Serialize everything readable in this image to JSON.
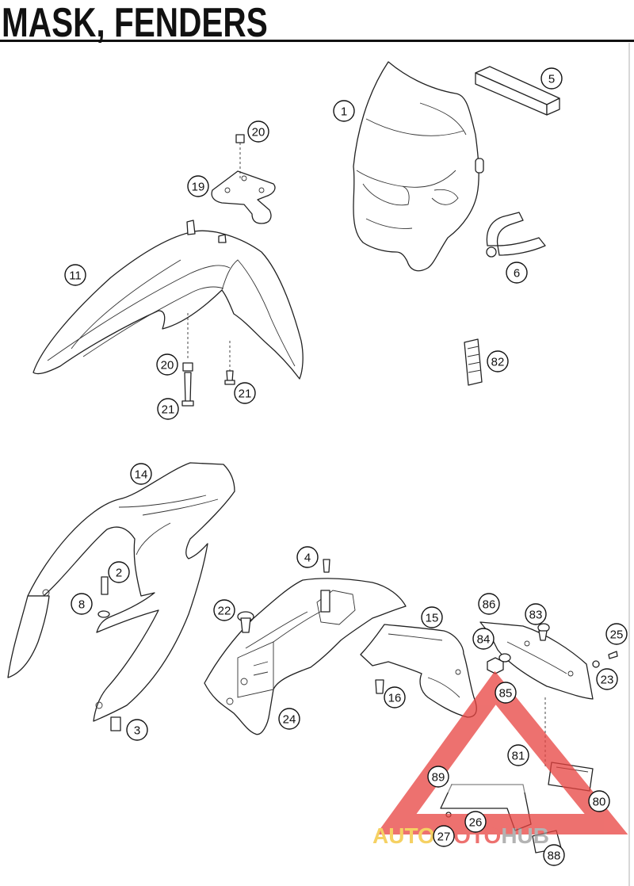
{
  "header": {
    "title": "MASK, FENDERS"
  },
  "callouts": [
    {
      "id": "1",
      "label": "1"
    },
    {
      "id": "5",
      "label": "5"
    },
    {
      "id": "6",
      "label": "6"
    },
    {
      "id": "20a",
      "label": "20"
    },
    {
      "id": "19",
      "label": "19"
    },
    {
      "id": "11",
      "label": "11"
    },
    {
      "id": "20b",
      "label": "20"
    },
    {
      "id": "21a",
      "label": "21"
    },
    {
      "id": "21b",
      "label": "21"
    },
    {
      "id": "82",
      "label": "82"
    },
    {
      "id": "14",
      "label": "14"
    },
    {
      "id": "2",
      "label": "2"
    },
    {
      "id": "8",
      "label": "8"
    },
    {
      "id": "3",
      "label": "3"
    },
    {
      "id": "4",
      "label": "4"
    },
    {
      "id": "22",
      "label": "22"
    },
    {
      "id": "24",
      "label": "24"
    },
    {
      "id": "15",
      "label": "15"
    },
    {
      "id": "16",
      "label": "16"
    },
    {
      "id": "86",
      "label": "86"
    },
    {
      "id": "83",
      "label": "83"
    },
    {
      "id": "84",
      "label": "84"
    },
    {
      "id": "85",
      "label": "85"
    },
    {
      "id": "25",
      "label": "25"
    },
    {
      "id": "23",
      "label": "23"
    },
    {
      "id": "81",
      "label": "81"
    },
    {
      "id": "89",
      "label": "89"
    },
    {
      "id": "80",
      "label": "80"
    },
    {
      "id": "26",
      "label": "26"
    },
    {
      "id": "27",
      "label": "27"
    },
    {
      "id": "88",
      "label": "88"
    }
  ],
  "watermark": {
    "part1": "AUTO",
    "part2": "MOTO",
    "part3": "HUB",
    "color_red": "#e8423f",
    "color_yellow": "#f2c230",
    "color_gray": "#9a9a9a"
  }
}
